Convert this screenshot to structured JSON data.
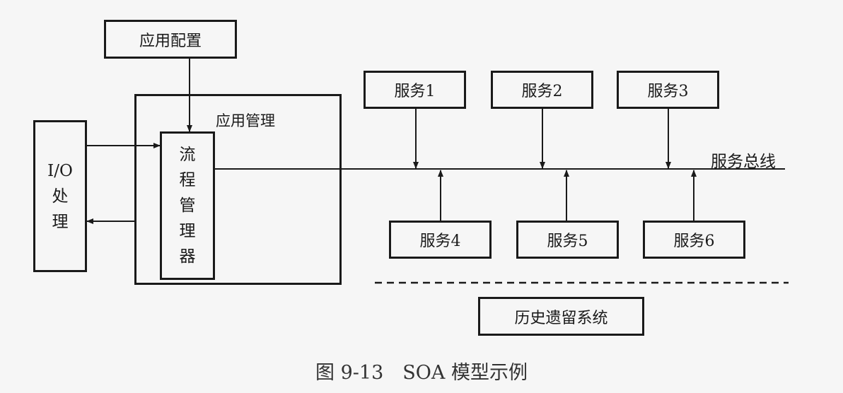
{
  "diagram": {
    "app_config": "应用配置",
    "app_management": "应用管理",
    "io_processing": [
      "I/O",
      "处",
      "理"
    ],
    "process_manager": [
      "流",
      "程",
      "管",
      "理",
      "器"
    ],
    "services_top": [
      "服务1",
      "服务2",
      "服务3"
    ],
    "services_bottom": [
      "服务4",
      "服务5",
      "服务6"
    ],
    "service_bus": "服务总线",
    "legacy_system": "历史遗留系统"
  },
  "caption": "图 9-13　SOA 模型示例"
}
